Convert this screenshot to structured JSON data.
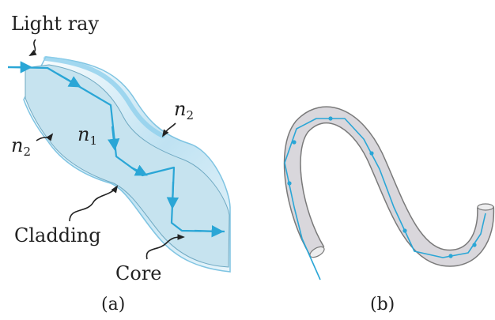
{
  "panel_a": {
    "caption": "(a)",
    "labels": {
      "light_ray": "Light ray",
      "cladding": "Cladding",
      "core": "Core",
      "n1_symbol": "n",
      "n1_sub": "1",
      "n2_left_symbol": "n",
      "n2_left_sub": "2",
      "n2_right_symbol": "n",
      "n2_right_sub": "2"
    }
  },
  "panel_b": {
    "caption": "(b)"
  },
  "colors": {
    "ray": "#2aa6d6",
    "core_fill": "#c6e3ef",
    "cladding_fill": "#e9f5fb",
    "cladding_edge": "#7fc4e2",
    "fiber_gray": "#d9d7dc",
    "outline": "#6a6a6a",
    "text": "#222222"
  }
}
